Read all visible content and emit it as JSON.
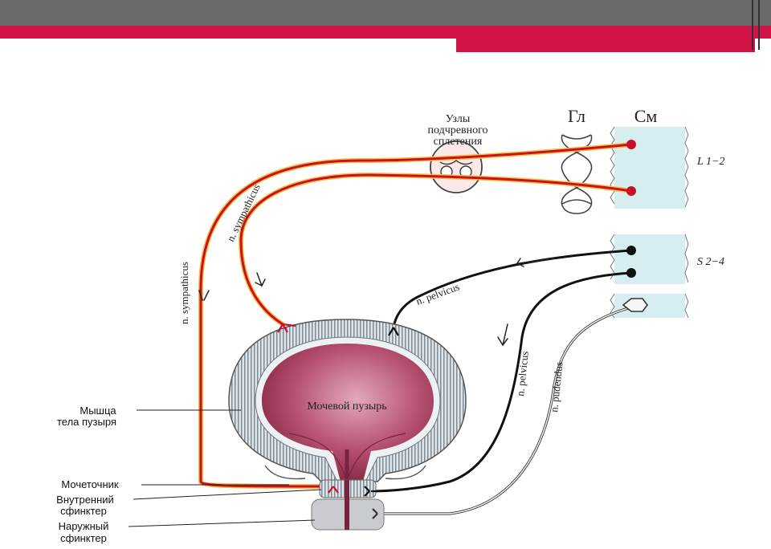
{
  "labels": {
    "ganglia": "Узлы подчревного сплетения",
    "ganglia_lines": [
      "Узлы",
      "подчревного",
      "сплетения"
    ],
    "gl": "Гл",
    "sm": "См",
    "l_segment": "L 1−2",
    "s_segment": "S 2−4",
    "sympathicus_outer": "n. sympathicus",
    "sympathicus_inner": "n. sympathicus",
    "pelvicus_upper": "n. pelvicus",
    "pelvicus_lower": "n. pelvicus",
    "pudendus": "n. pudendus",
    "bladder": "Мочевой пузырь",
    "muscle_lines": [
      "Мышца",
      "тела пузыря"
    ],
    "ureter": "Мочеточник",
    "internal_sphincter_lines": [
      "Внутренний",
      "сфинктер"
    ],
    "external_sphincter_lines": [
      "Наружный",
      "сфинктер"
    ]
  },
  "colors": {
    "header": "#6b6b6b",
    "accent": "#d31245",
    "sympathetic": "#c8102e",
    "parasympathetic": "#111111",
    "spinal": "#d6eef0",
    "bladder": "#b34b6a"
  }
}
